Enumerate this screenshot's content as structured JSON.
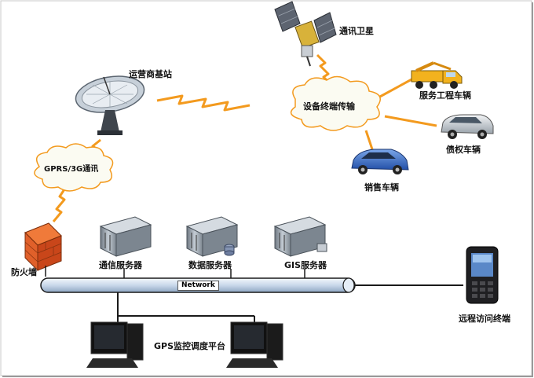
{
  "labels": {
    "satellite": "通讯卫星",
    "base_station": "运营商基站",
    "gprs": "GPRS/3G通讯",
    "device_terminal": "设备终端传输",
    "service_vehicle": "服务工程车辆",
    "debt_vehicle": "债权车辆",
    "sales_vehicle": "销售车辆",
    "firewall": "防火墙",
    "comm_server": "通信服务器",
    "data_server": "数据服务器",
    "gis_server": "GIS服务器",
    "network": "Network",
    "gps_platform": "GPS监控调度平台",
    "remote_terminal": "远程访问终端"
  },
  "colors": {
    "lightning": "#f39a1e",
    "cloud_fill": "#fbfbf2",
    "cloud_stroke": "#f39a1e",
    "bus_fill": "#dfe9f5",
    "bus_stroke": "#1a1a1a",
    "firewall": "#d9531e",
    "server": "#9ca6b0"
  }
}
